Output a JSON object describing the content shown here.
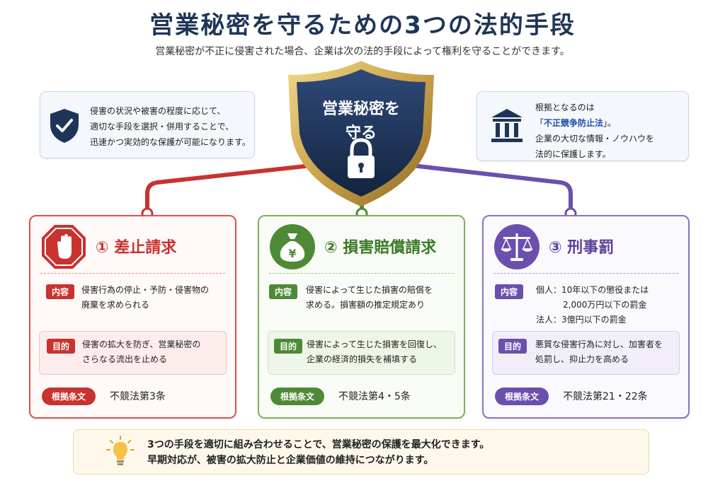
{
  "title": "営業秘密を守るための3つの法的手段",
  "subtitle": "営業秘密が不正に侵害された場合、企業は次の法的手段によって権利を守ることができます。",
  "center": {
    "line1": "営業秘密を",
    "line2": "守る"
  },
  "info_left": {
    "icon": "shield-check-icon",
    "lines": [
      "侵害の状況や被害の程度に応じて、",
      "適切な手段を選択・併用することで、",
      "迅速かつ実効的な保護が可能になります。"
    ]
  },
  "info_right": {
    "icon": "courthouse-icon",
    "line1": "根拠となるのは",
    "line2_open": "「",
    "line2_law": "不正競争防止法",
    "line2_close": "」。",
    "line3": "企業の大切な情報・ノウハウを",
    "line4": "法的に保護します。"
  },
  "cards": [
    {
      "title": "① 差止請求",
      "icon": "stop-hand-icon",
      "content_tag": "内容",
      "content": [
        "侵害行為の停止・予防・侵害物の",
        "廃棄を求められる"
      ],
      "purpose_tag": "目的",
      "purpose": [
        "侵害の拡大を防ぎ、営業秘密の",
        "さらなる流出を止める"
      ],
      "basis_tag": "根拠条文",
      "basis": "不競法第3条"
    },
    {
      "title": "② 損害賠償請求",
      "icon": "money-bag-icon",
      "content_tag": "内容",
      "content": [
        "侵害によって生じた損害の賠償を",
        "求める。損害額の推定規定あり"
      ],
      "purpose_tag": "目的",
      "purpose": [
        "侵害によって生じた損害を回復し、",
        "企業の経済的損失を補填する"
      ],
      "basis_tag": "根拠条文",
      "basis": "不競法第4・5条"
    },
    {
      "title": "③ 刑事罰",
      "icon": "scales-icon",
      "content_tag": "内容",
      "content": [
        "個人：10年以下の懲役または",
        "2,000万円以下の罰金",
        "法人：3億円以下の罰金"
      ],
      "purpose_tag": "目的",
      "purpose": [
        "悪質な侵害行為に対し、加害者を",
        "処罰し、抑止力を高める"
      ],
      "basis_tag": "根拠条文",
      "basis": "不競法第21・22条"
    }
  ],
  "footer": {
    "icon": "lightbulb-icon",
    "lines": [
      "3つの手段を適切に組み合わせることで、営業秘密の保護を最大化できます。",
      "早期対応が、被害の拡大防止と企業価値の維持につながります。"
    ]
  },
  "colors": {
    "red": "#c8322f",
    "green": "#4e8a36",
    "purple": "#6a4fae",
    "navy": "#1f3557",
    "gold": "#c9a24a"
  }
}
